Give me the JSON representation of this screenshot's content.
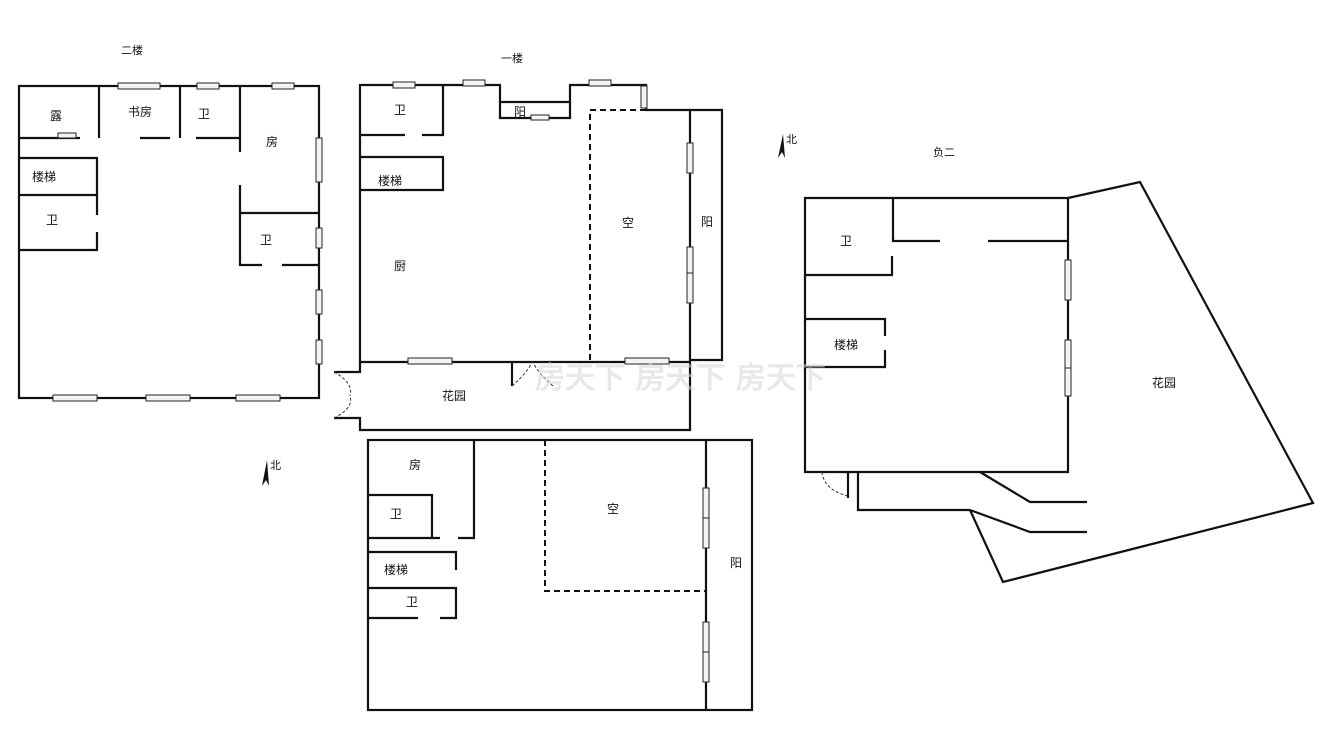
{
  "watermark": "房天下 房天下 房天下",
  "floors": {
    "second": {
      "title": "二楼",
      "rooms": {
        "terrace": "露",
        "study": "书房",
        "bath_top": "卫",
        "bedroom": "房",
        "stairs": "楼梯",
        "bath_left": "卫",
        "bath_right": "卫"
      }
    },
    "first": {
      "title": "一楼",
      "rooms": {
        "bath": "卫",
        "balcony_small": "阳",
        "stairs": "楼梯",
        "kitchen": "厨",
        "void": "空",
        "balcony": "阳",
        "garden": "花园"
      }
    },
    "basement1": {
      "rooms": {
        "bedroom": "房",
        "bath_upper": "卫",
        "stairs": "楼梯",
        "bath_lower": "卫",
        "void": "空",
        "balcony": "阳"
      }
    },
    "basement2": {
      "title": "负二",
      "rooms": {
        "bath": "卫",
        "stairs": "楼梯",
        "garden": "花园"
      }
    }
  },
  "north_label": "北"
}
